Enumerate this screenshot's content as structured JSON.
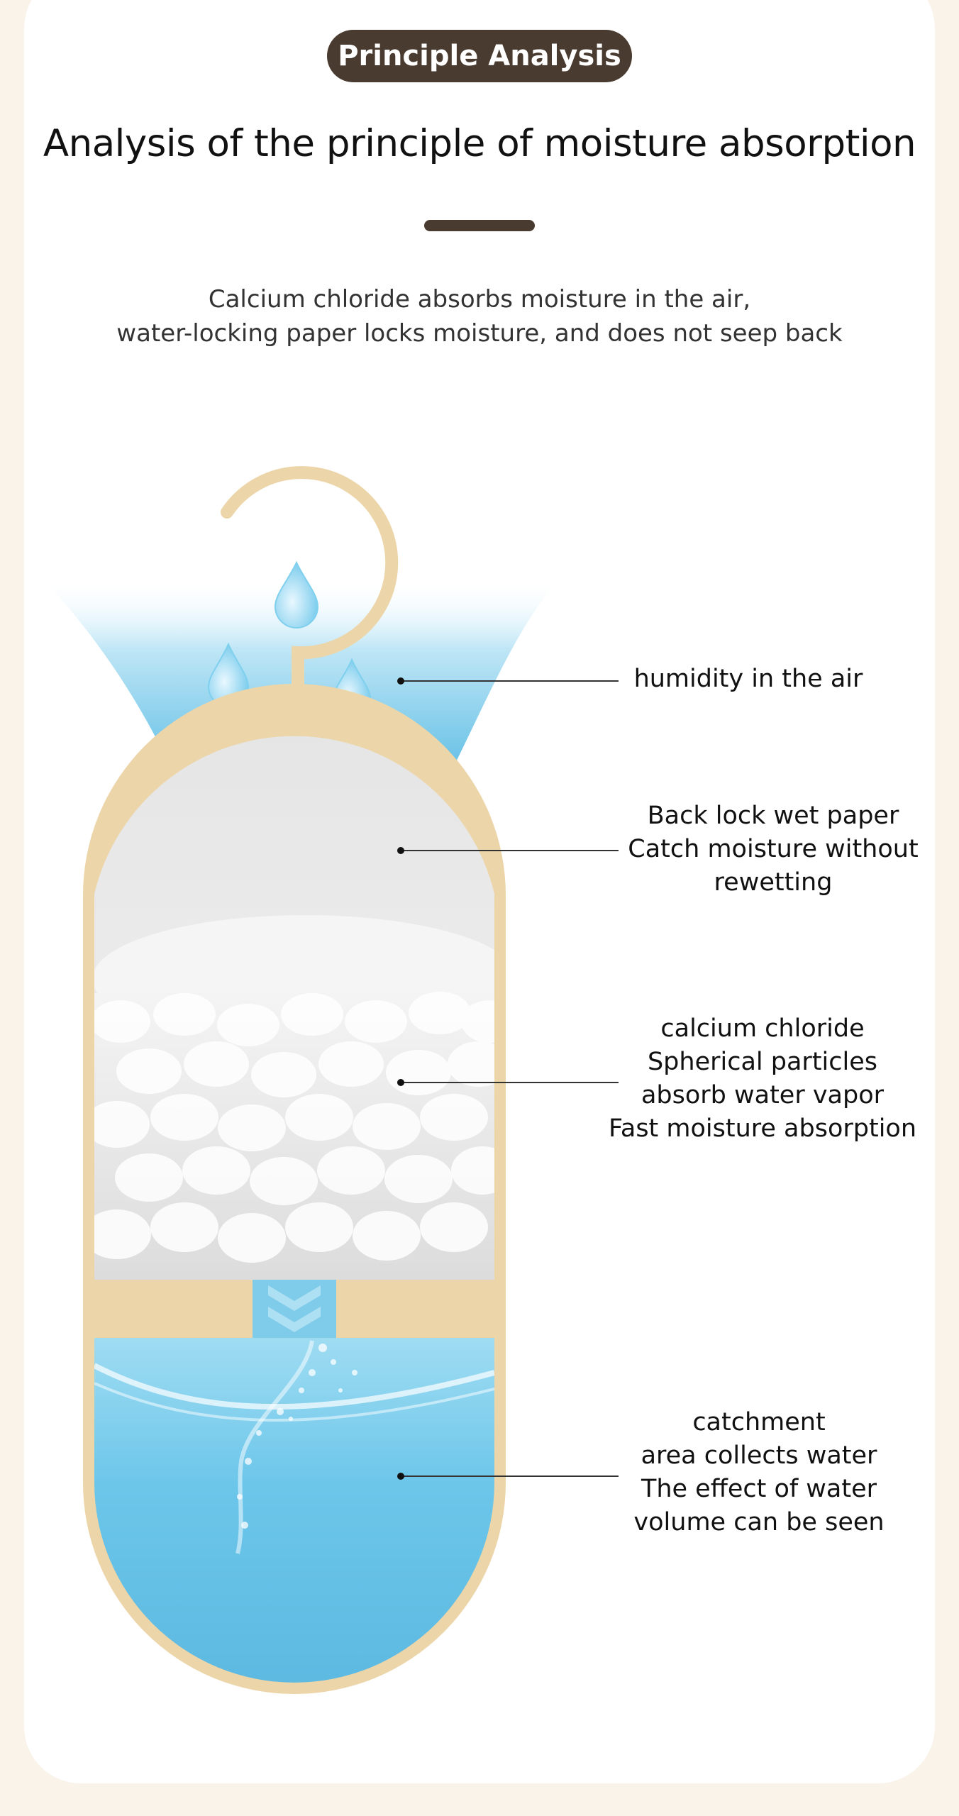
{
  "header": {
    "badge": "Principle Analysis",
    "title": "Analysis of the principle of moisture absorption",
    "subtitle_line1": "Calcium chloride absorbs moisture in the air,",
    "subtitle_line2": "water-locking paper locks moisture, and does not seep back"
  },
  "callouts": [
    {
      "lines": [
        "humidity in the air"
      ]
    },
    {
      "lines": [
        "Back lock wet paper",
        "Catch moisture without",
        "rewetting"
      ]
    },
    {
      "lines": [
        "calcium chloride",
        "Spherical particles",
        "absorb water vapor",
        "Fast moisture absorption"
      ]
    },
    {
      "lines": [
        "catchment",
        "area collects water",
        "The effect of water",
        "volume can be seen"
      ]
    }
  ],
  "colors": {
    "badge_bg": "#4a3b30",
    "frame_beige": "#ecd5a8",
    "water_blue": "#62bfe2",
    "page_bg": "#f9f3ea"
  }
}
